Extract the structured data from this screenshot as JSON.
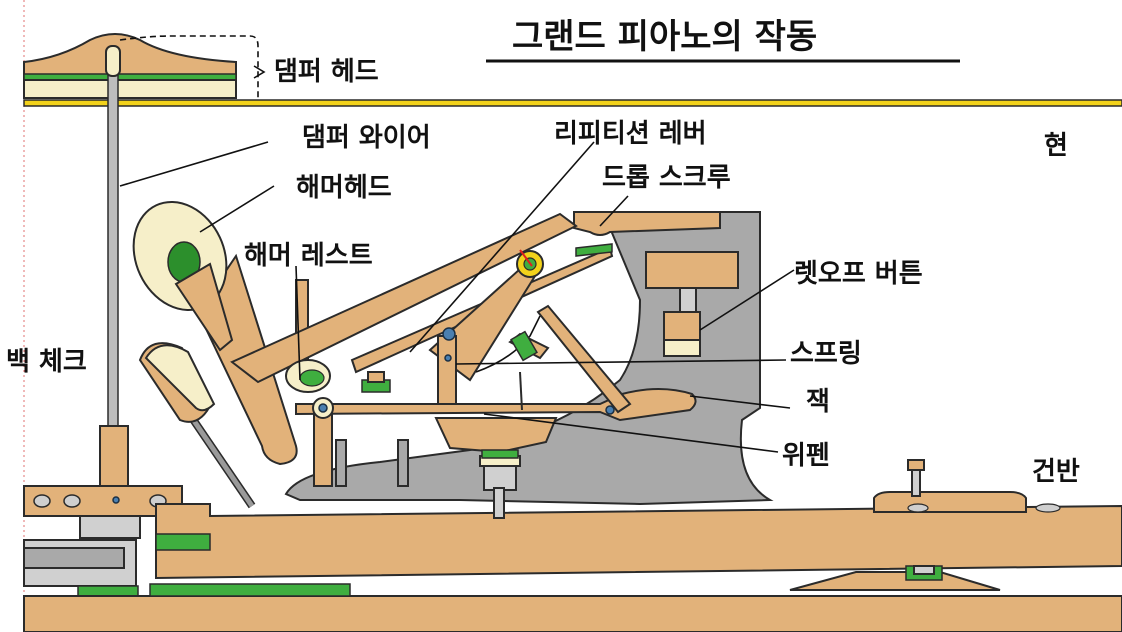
{
  "title": "그랜드 피아노의 작동",
  "labels": {
    "damper_head": "댐퍼 헤드",
    "damper_wire": "댐퍼 와이어",
    "hammer_head": "해머헤드",
    "hammer_rest": "해머 레스트",
    "back_check": "백 체크",
    "repetition_lever": "리피티션 레버",
    "drop_screw": "드롭 스크루",
    "string": "현",
    "letoff_button": "렛오프 버튼",
    "spring": "스프링",
    "jack": "잭",
    "wippen": "위펜",
    "key": "건반"
  },
  "colors": {
    "wood": "#e2b27a",
    "felt": "#3fae3f",
    "frame": "#a9a9a9",
    "string": "#f2d21b",
    "cream": "#f6efc9"
  }
}
